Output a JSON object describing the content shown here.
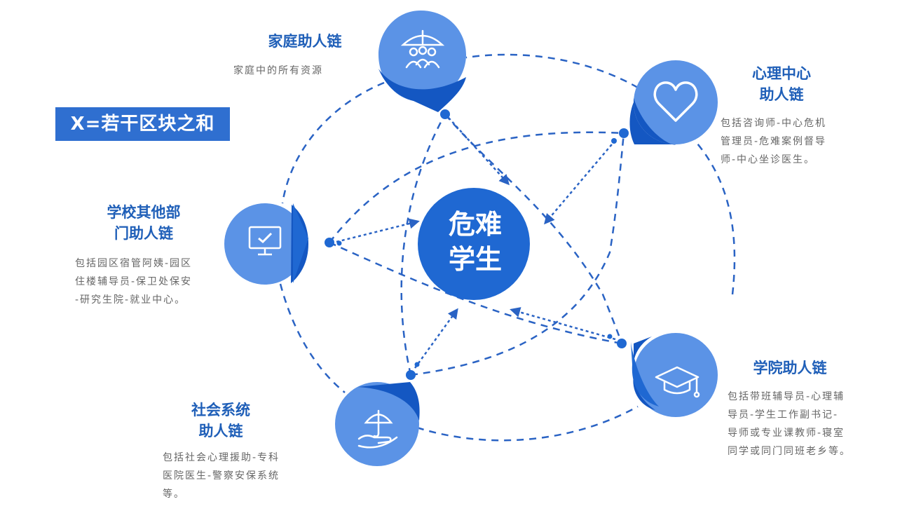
{
  "badge": "X=若干区块之和",
  "center": {
    "line1": "危难",
    "line2": "学生"
  },
  "nodes": {
    "family": {
      "title": "家庭助人链",
      "desc": "家庭中的所有资源",
      "icon": "family-umbrella-icon"
    },
    "psych": {
      "title_line1": "心理中心",
      "title_line2": "助人链",
      "desc_lines": [
        "包括咨询师-中心危机",
        "管理员-危难案例督导",
        "师-中心坐诊医生。"
      ],
      "icon": "heart-icon"
    },
    "school": {
      "title_line1": "学校其他部",
      "title_line2": "门助人链",
      "desc_lines": [
        "包括园区宿管阿姨-园区",
        "住楼辅导员-保卫处保安",
        "-研究生院-就业中心。"
      ],
      "icon": "monitor-check-icon"
    },
    "college": {
      "title": "学院助人链",
      "desc_lines": [
        "包括带班辅导员-心理辅",
        "导员-学生工作副书记-",
        "导师或专业课教师-寝室",
        "同学或同门同班老乡等。"
      ],
      "icon": "graduation-cap-icon"
    },
    "society": {
      "title_line1": "社会系统",
      "title_line2": "助人链",
      "desc_lines": [
        "包括社会心理援助-专科",
        "医院医生-警察安保系统",
        "等。"
      ],
      "icon": "hand-umbrella-icon"
    }
  },
  "colors": {
    "primary": "#1f68d2",
    "light": "#5b93e6",
    "dark": "#1457c2",
    "dash": "#2a63c4",
    "text_blue": "#1f5fb8",
    "badge": "#2f6fd0"
  }
}
